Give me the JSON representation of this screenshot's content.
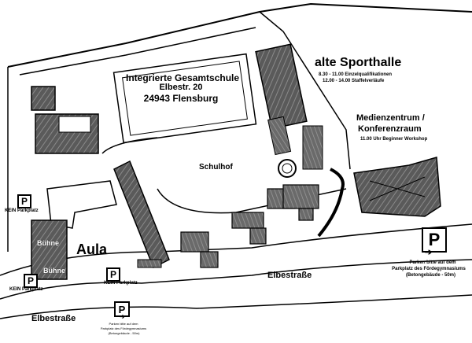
{
  "school": {
    "line1": "Integrierte Gesamtschule",
    "line2": "Elbestr. 20",
    "line3": "24943 Flensburg"
  },
  "sporthalle": {
    "title": "alte Sporthalle",
    "time1": "8.30 - 11.00 Einzelqualifikationen",
    "time2": "12.00 - 14.00 Staffelverläufe"
  },
  "medienzentrum": {
    "title1": "Medienzentrum /",
    "title2": "Konferenzraum",
    "time": "11.00 Uhr Beginner Workshop"
  },
  "schulhof": "Schulhof",
  "aula": "Aula",
  "buehne1": "Bühne",
  "buehne2": "Bühne",
  "streets": {
    "elbestrasse_right": "Elbestraße",
    "elbestrasse_left": "Elbestraße"
  },
  "parking": {
    "symbol": "P",
    "arrow": "➔",
    "kein1": "KEIN Parkplatz",
    "kein2": "KEIN Parkplatz",
    "kein3": "KEIN Parkplatz",
    "right_line1": "Parken bitte auf dem",
    "right_line2": "Parkplatz des Fördegymnasiums",
    "right_line3": "(Betongebäude - 50m)",
    "bottom_line1": "Parken bitte auf dem",
    "bottom_line2": "Parkplatz des Fördegymnasiums",
    "bottom_line3": "(Betongebäude - 50m)"
  }
}
